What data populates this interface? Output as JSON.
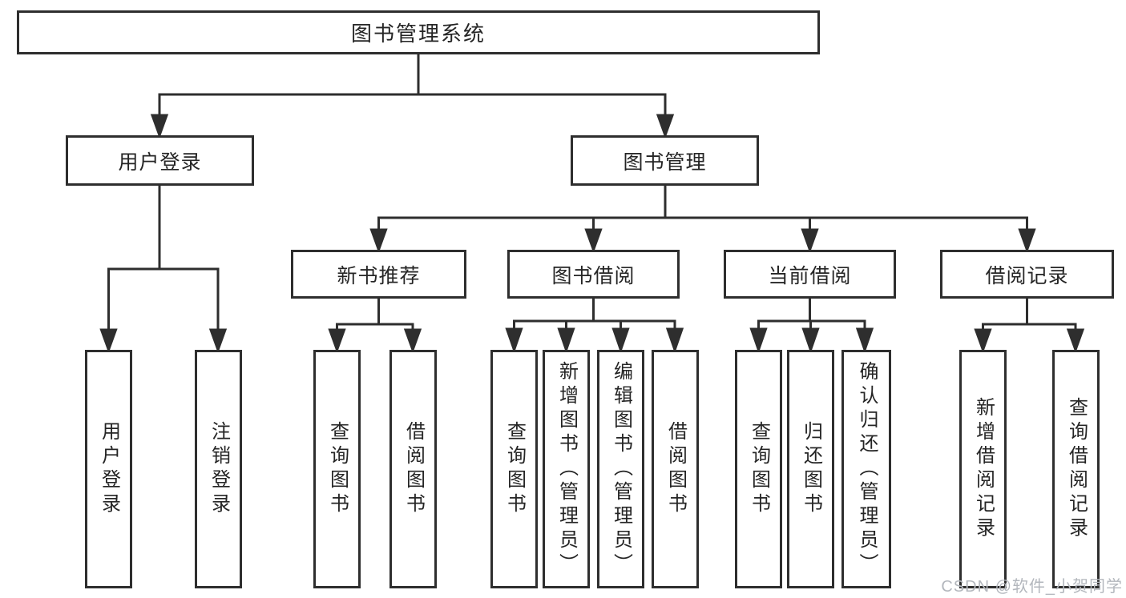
{
  "diagram": {
    "title": "图书管理系统",
    "type": "hierarchy-tree",
    "tree": {
      "label": "图书管理系统",
      "children": [
        {
          "label": "用户登录",
          "children": [
            {
              "label": "用户登录"
            },
            {
              "label": "注销登录"
            }
          ]
        },
        {
          "label": "图书管理",
          "children": [
            {
              "label": "新书推荐",
              "children": [
                {
                  "label": "查询图书"
                },
                {
                  "label": "借阅图书"
                }
              ]
            },
            {
              "label": "图书借阅",
              "children": [
                {
                  "label": "查询图书"
                },
                {
                  "label": "新增图书（管理员）"
                },
                {
                  "label": "编辑图书（管理员）"
                },
                {
                  "label": "借阅图书"
                }
              ]
            },
            {
              "label": "当前借阅",
              "children": [
                {
                  "label": "查询图书"
                },
                {
                  "label": "归还图书"
                },
                {
                  "label": "确认归还（管理员）"
                }
              ]
            },
            {
              "label": "借阅记录",
              "children": [
                {
                  "label": "新增借阅记录"
                },
                {
                  "label": "查询借阅记录"
                }
              ]
            }
          ]
        }
      ]
    },
    "watermark": "CSDN @软件_小贺同学",
    "colors": {
      "line": "#2e2e2e",
      "text": "#252525",
      "watermark": "#b3b7bd",
      "background": "#ffffff"
    }
  }
}
